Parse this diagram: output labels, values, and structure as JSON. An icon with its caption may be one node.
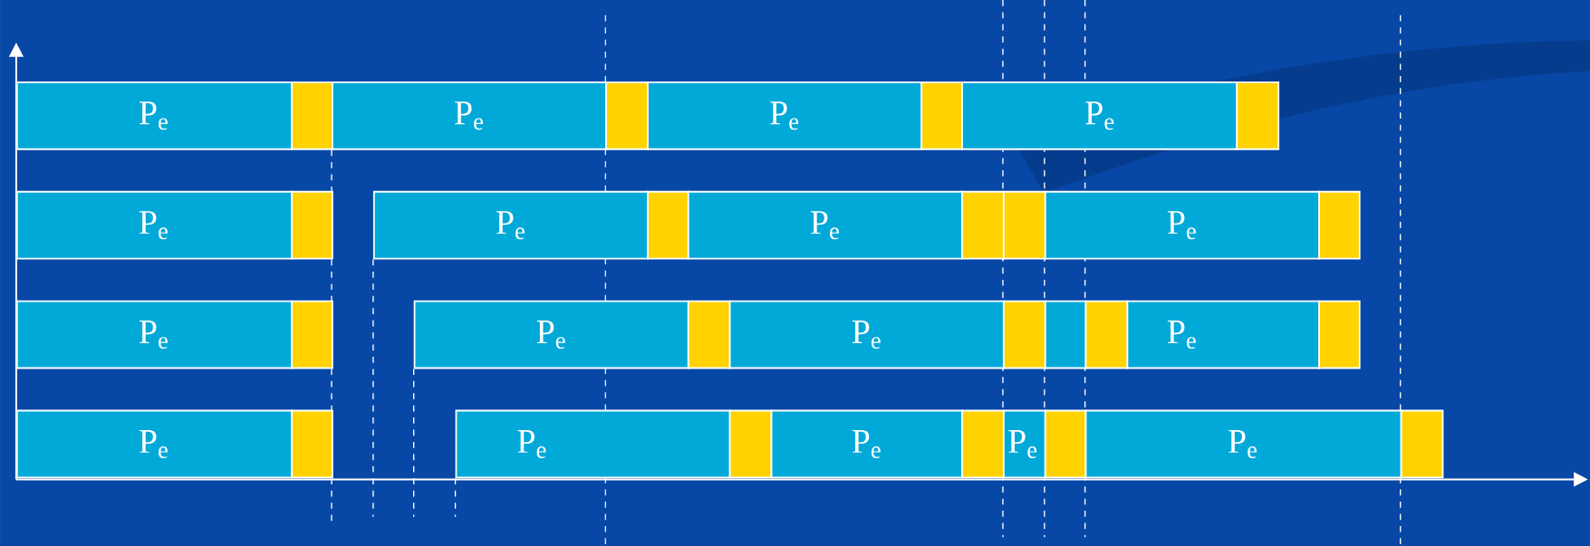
{
  "diagram": {
    "nodes": [
      {
        "text": [
          "P$_{e}$"
        ]
      },
      {
        "text": [],
        "shape": "box"
      },
      {
        "text": [
          "P$_{e}$"
        ]
      },
      {
        "text": [],
        "shape": "box"
      },
      {
        "text": [
          "P$_{e}$"
        ]
      },
      {
        "text": [],
        "shape": "box"
      },
      {
        "text": [
          "P$_{e}$"
        ]
      },
      {
        "text": [],
        "shape": "box"
      },
      {
        "text": [
          "P$_{e}$"
        ]
      },
      {
        "text": [],
        "shape": "box"
      },
      {
        "text": [
          "P$_{e}$"
        ]
      },
      {
        "text": [],
        "shape": "box"
      },
      {
        "text": [
          "P$_{e}$"
        ]
      },
      {
        "text": [],
        "shape": "box"
      },
      {
        "text": [],
        "shape": "box"
      },
      {
        "text": [
          "P$_{e}$"
        ]
      },
      {
        "text": [],
        "shape": "box"
      },
      {
        "text": [
          "P$_{e}$"
        ]
      },
      {
        "text": [],
        "shape": "box"
      },
      {
        "text": [
          "P$_{e}$"
        ]
      },
      {
        "text": [],
        "shape": "box"
      },
      {
        "text": [
          "P$_{e}$"
        ]
      },
      {
        "text": [],
        "shape": "box"
      },
      {
        "text": [],
        "shape": "bar"
      },
      {
        "text": [],
        "shape": "box"
      },
      {
        "text": [
          "P$_{e}$"
        ]
      },
      {
        "text": [],
        "shape": "box"
      },
      {
        "text": [
          "P$_{e}$"
        ]
      },
      {
        "text": [],
        "shape": "box"
      },
      {
        "text": [
          "P$_{e}$"
        ]
      },
      {
        "text": [],
        "shape": "box"
      },
      {
        "text": [
          "P$_{e}$"
        ]
      },
      {
        "text": [],
        "shape": "box"
      },
      {
        "text": [
          "P$_{e}$"
        ]
      },
      {
        "text": [],
        "shape": "box"
      },
      {
        "text": [
          "P$_{e}$"
        ]
      },
      {
        "text": [],
        "shape": "box"
      }
    ]
  }
}
